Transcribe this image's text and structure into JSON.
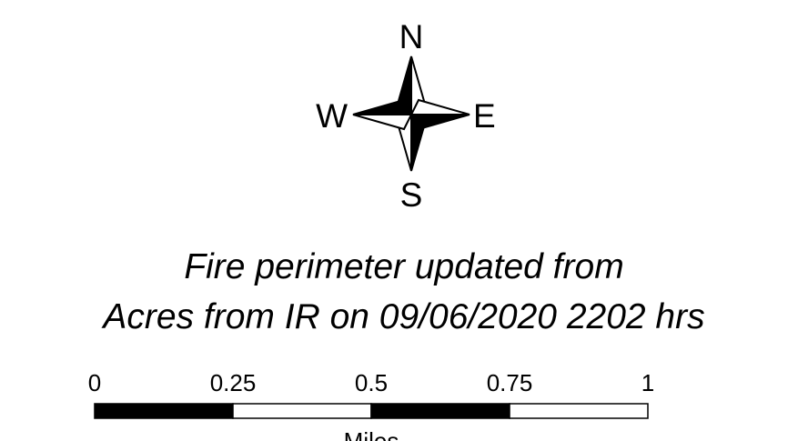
{
  "compass": {
    "north": "N",
    "east": "E",
    "south": "S",
    "west": "W"
  },
  "note": {
    "line1": "Fire perimeter updated from",
    "line2": "Acres from IR on 09/06/2020 2202 hrs"
  },
  "scalebar": {
    "ticks": [
      "0",
      "0.25",
      "0.5",
      "0.75",
      "1"
    ],
    "units": "Miles",
    "segment_fill": [
      "#000000",
      "#ffffff",
      "#000000",
      "#ffffff"
    ]
  },
  "colors": {
    "ink": "#000000",
    "paper": "#ffffff"
  }
}
